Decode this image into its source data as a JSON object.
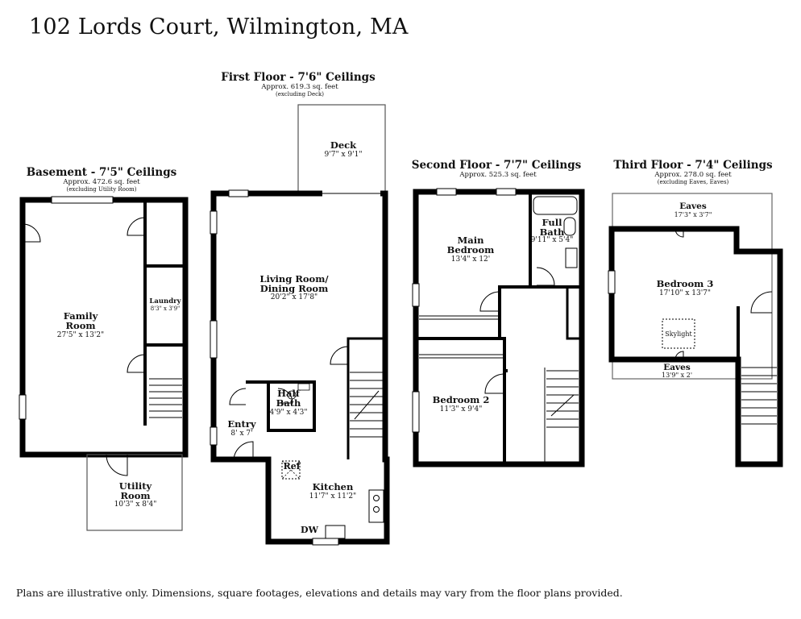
{
  "title": "102 Lords Court, Wilmington, MA",
  "footer": "Plans are illustrative only. Dimensions, square footages, elevations and details may vary from the floor plans provided.",
  "floors": {
    "basement": {
      "name": "Basement - 7'5\" Ceilings",
      "area": "Approx. 472.6 sq. feet",
      "note": "(excluding Utility Room)"
    },
    "first": {
      "name": "First Floor - 7'6\" Ceilings",
      "area": "Approx. 619.3 sq. feet",
      "note": "(excluding Deck)"
    },
    "second": {
      "name": "Second Floor - 7'7\" Ceilings",
      "area": "Approx. 525.3 sq. feet"
    },
    "third": {
      "name": "Third Floor - 7'4\" Ceilings",
      "area": "Approx. 278.0 sq. feet",
      "note": "(excluding Eaves, Eaves)"
    }
  },
  "rooms": {
    "family": {
      "name": "Family\nRoom",
      "dims": "27'5\" x 13'2\""
    },
    "laundry": {
      "name": "Laundry",
      "dims": "8'3\" x 3'9\""
    },
    "utility": {
      "name": "Utility\nRoom",
      "dims": "10'3\" x 8'4\""
    },
    "deck": {
      "name": "Deck",
      "dims": "9'7\" x 9'1\""
    },
    "living": {
      "name": "Living Room/\nDining Room",
      "dims": "20'2\" x 17'8\""
    },
    "halfbath": {
      "name": "Half\nBath",
      "dims": "4'9\" x 4'3\""
    },
    "entry": {
      "name": "Entry",
      "dims": "8' x 7'"
    },
    "kitchen": {
      "name": "Kitchen",
      "dims": "11'7\" x 11'2\""
    },
    "ref": "Ref",
    "dw": "DW",
    "main": {
      "name": "Main\nBedroom",
      "dims": "13'4\" x 12'"
    },
    "fullbath": {
      "name": "Full\nBath",
      "dims": "9'11\" x 5'4\""
    },
    "bed2": {
      "name": "Bedroom 2",
      "dims": "11'3\" x 9'4\""
    },
    "bed3": {
      "name": "Bedroom 3",
      "dims": "17'10\" x 13'7\""
    },
    "eaves_top": {
      "name": "Eaves",
      "dims": "17'3\" x 3'7\""
    },
    "eaves_bot": {
      "name": "Eaves",
      "dims": "13'9\" x 2'"
    },
    "skylight": "Skylight"
  }
}
